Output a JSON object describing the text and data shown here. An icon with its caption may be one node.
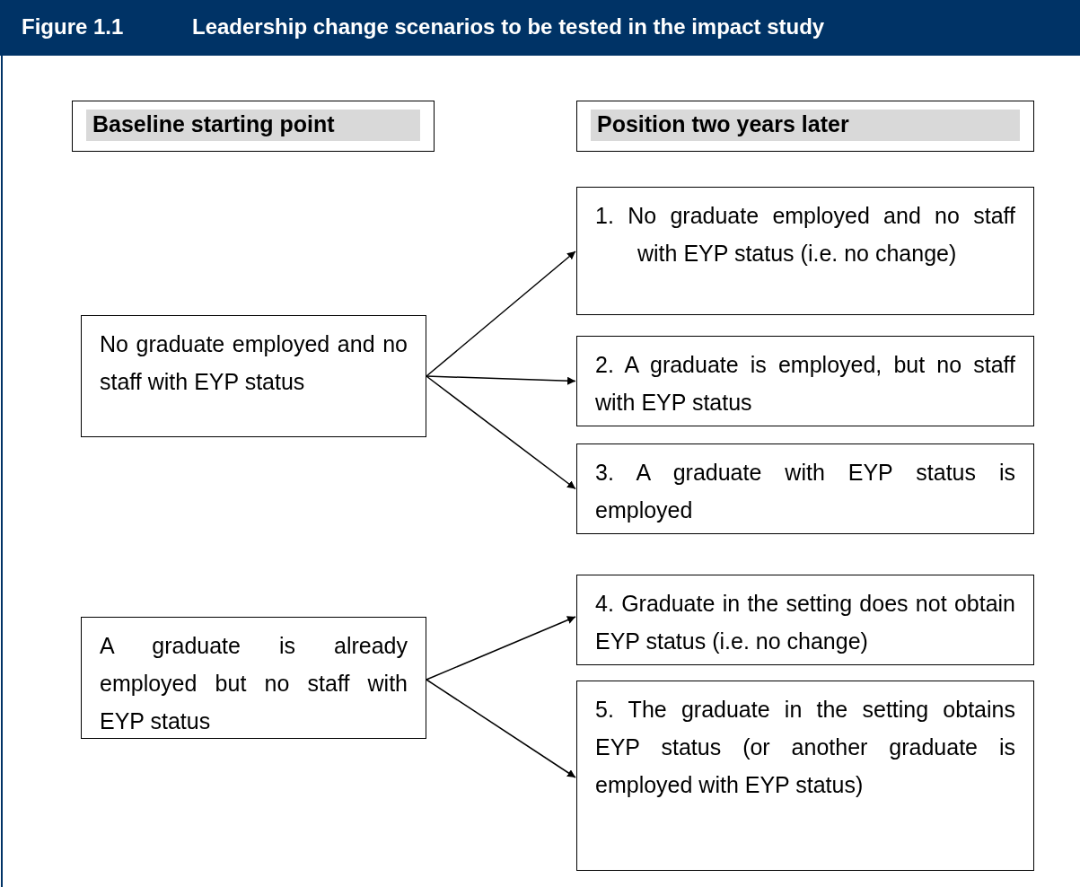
{
  "diagram": {
    "title": "Leadership change scenarios to be tested in the impact study",
    "nodes": [
      {
        "text": [
          "Baseline starting point"
        ]
      },
      {
        "text": [
          "Position two years later"
        ]
      },
      {
        "text": [
          "No graduate employed and no staff with EYP status"
        ]
      },
      {
        "text": [
          "A graduate is already employed but no staff with EYP status"
        ]
      },
      {
        "text": [
          "1. No graduate employed and no staff with EYP status (i.e. no change)"
        ]
      },
      {
        "text": [
          "2. A graduate is employed, but no staff with EYP status"
        ]
      },
      {
        "text": [
          "3. A graduate with EYP status is employed"
        ]
      },
      {
        "text": [
          "4. Graduate in the setting does not obtain EYP status (i.e. no change)"
        ]
      },
      {
        "text": [
          "5. The graduate in the setting obtains EYP status (or another graduate is employed with EYP status)"
        ]
      }
    ],
    "edges": [
      {
        "from": 2,
        "to": 4,
        "arrow": "to"
      },
      {
        "from": 2,
        "to": 5,
        "arrow": "to"
      },
      {
        "from": 2,
        "to": 6,
        "arrow": "to"
      },
      {
        "from": 3,
        "to": 7,
        "arrow": "to"
      },
      {
        "from": 3,
        "to": 8,
        "arrow": "to"
      }
    ],
    "labels": [
      "Figure 1.1"
    ]
  }
}
